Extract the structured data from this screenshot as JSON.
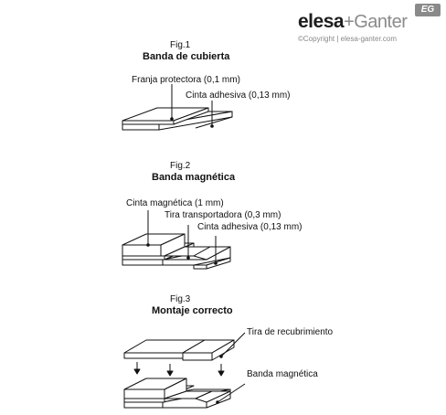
{
  "brand": {
    "name_part1": "elesa",
    "name_part2": "+Ganter",
    "badge": "EG",
    "copyright": "©Copyright | elesa-ganter.com"
  },
  "fig1": {
    "caption": "Fig.1",
    "title": "Banda de cubierta",
    "label_strip": "Franja protectora (0,1 mm)",
    "label_adhesive": "Cinta adhesiva (0,13 mm)"
  },
  "fig2": {
    "caption": "Fig.2",
    "title": "Banda magnética",
    "label_magnetic": "Cinta magnética (1 mm)",
    "label_carrier": "Tira transportadora (0,3 mm)",
    "label_adhesive": "Cinta adhesiva (0,13 mm)"
  },
  "fig3": {
    "caption": "Fig.3",
    "title": "Montaje correcto",
    "label_cover": "Tira de recubrimiento",
    "label_magnetic": "Banda magnética"
  }
}
